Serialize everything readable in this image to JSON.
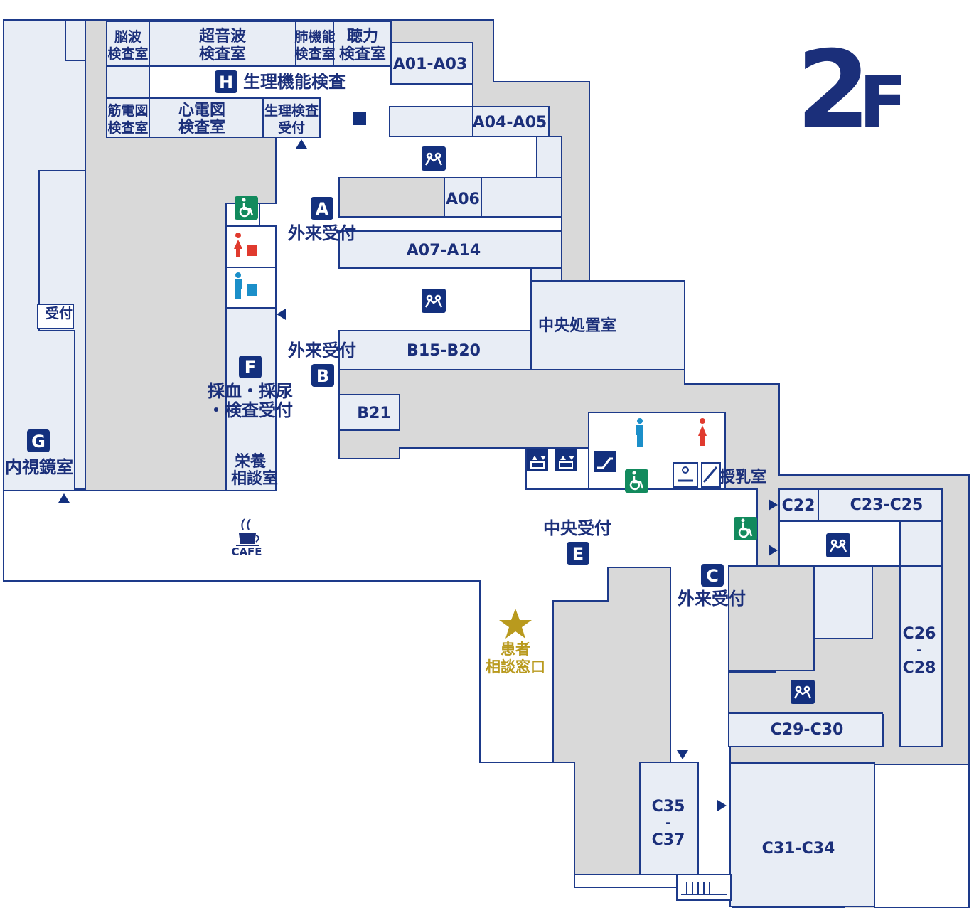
{
  "floor": {
    "number": "2",
    "suffix": "F"
  },
  "rooms": {
    "brain_wave": [
      "脳波",
      "検査室"
    ],
    "ultrasound": [
      "超音波",
      "検査室"
    ],
    "lung": [
      "肺機能",
      "検査室"
    ],
    "hearing": [
      "聴力",
      "検査室"
    ],
    "a01_a03": "A01-A03",
    "physiology": "生理機能検査",
    "emg": [
      "筋電図",
      "検査室"
    ],
    "ecg": [
      "心電図",
      "検査室"
    ],
    "physio_reception": [
      "生理検査",
      "受付"
    ],
    "a04_a05": "A04-A05",
    "a06": "A06",
    "a07_a14": "A07-A14",
    "central_treatment": "中央処置室",
    "b15_b20": "B15-B20",
    "b21": "B21",
    "blood": [
      "採血・採尿",
      "・検査受付"
    ],
    "nutrition": [
      "栄養",
      "相談室"
    ],
    "endoscopy": "内視鏡室",
    "reception_small": "受付",
    "nursing": "授乳室",
    "c22": "C22",
    "c23_c25": "C23-C25",
    "c26_c28": [
      "C26",
      "-",
      "C28"
    ],
    "c29_c30": "C29-C30",
    "c31_c34": "C31-C34",
    "c35_c37": [
      "C35",
      "-",
      "C37"
    ],
    "outpatient": "外来受付",
    "central_reception": "中央受付"
  },
  "badges": {
    "a": "A",
    "b": "B",
    "c": "C",
    "e": "E",
    "f": "F",
    "g": "G",
    "h": "H"
  },
  "cafe": "CAFE",
  "consult": [
    "患者",
    "相談窓口"
  ],
  "colors": {
    "navy": "#13307e",
    "line": "#1d3a8a",
    "room": "#e8edf5",
    "gray": "#d9d9d9",
    "green": "#128a5d",
    "gold": "#b99a1e",
    "female": "#e03a2e",
    "male": "#1b8fc9"
  },
  "icons": [
    "wheelchair-icon",
    "female-toilet-icon",
    "male-toilet-icon",
    "waiting-seat-icon",
    "elevator-icon",
    "escalator-icon",
    "stairs-icon",
    "cafe-icon",
    "star-icon",
    "nursing-room-icon"
  ]
}
